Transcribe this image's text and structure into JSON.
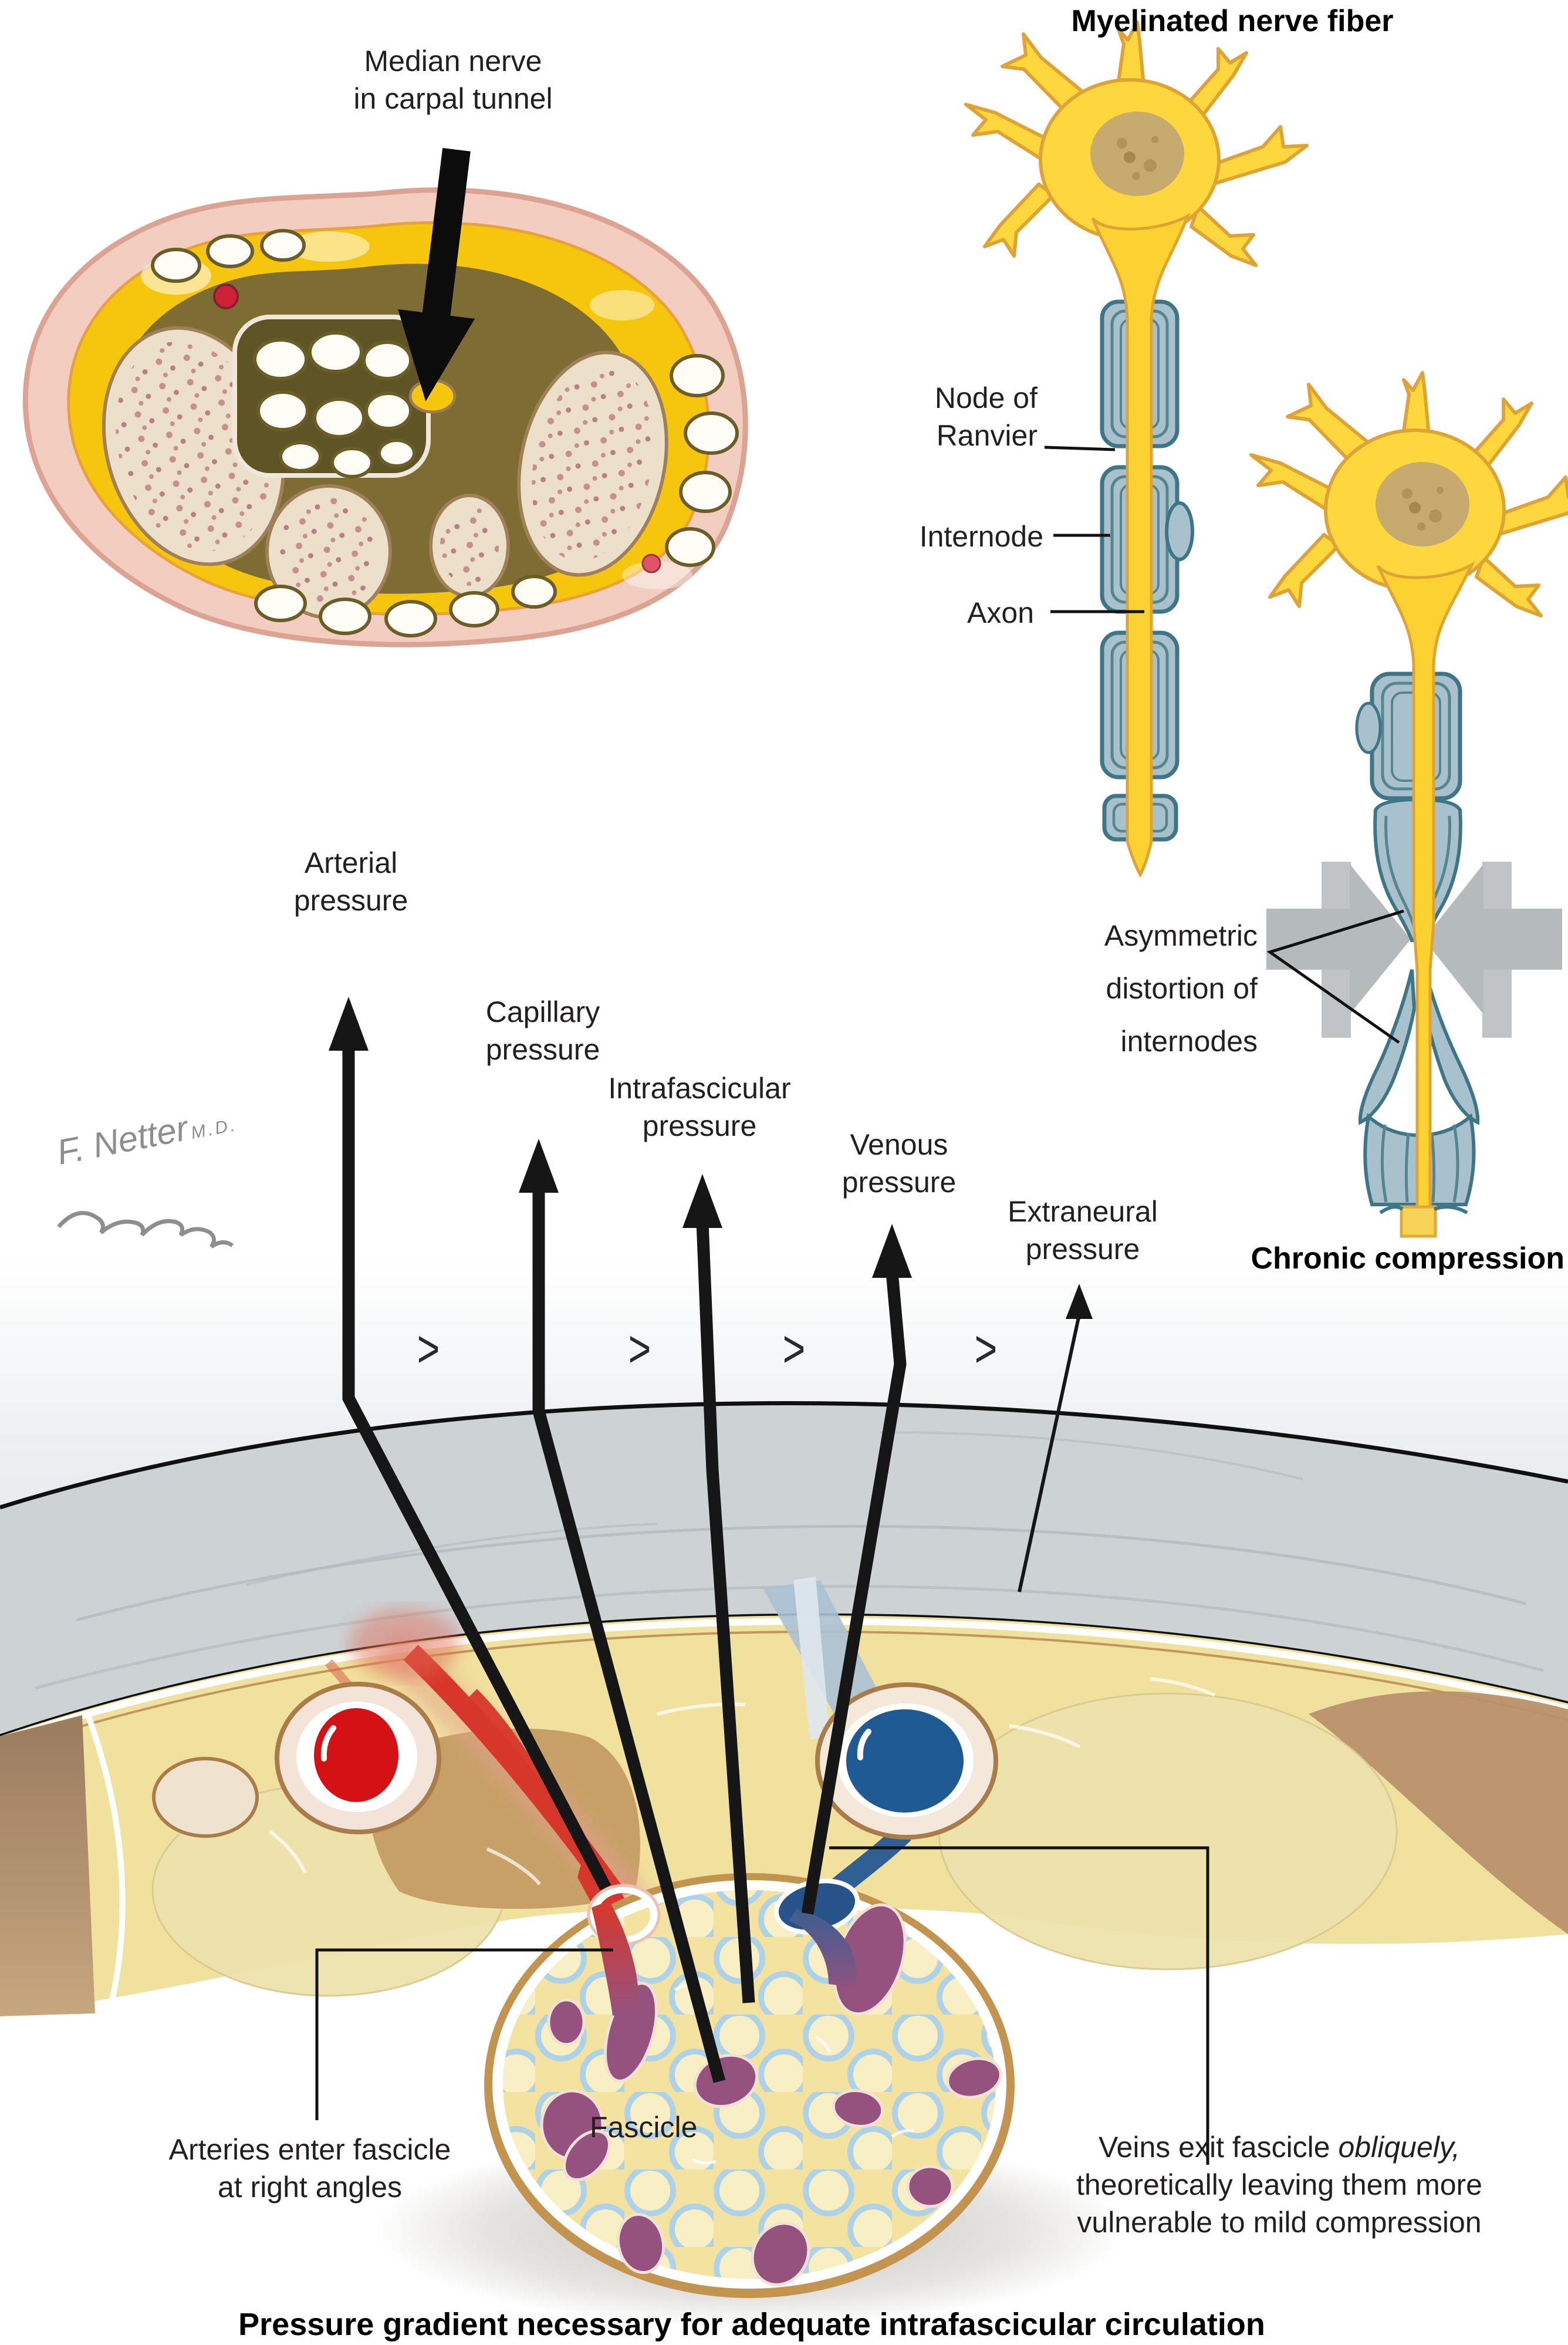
{
  "titles": {
    "myelinated": "Myelinated nerve fiber",
    "chronic": "Chronic compression",
    "caption": "Pressure gradient necessary for adequate intrafascicular circulation"
  },
  "carpal": {
    "label_line1": "Median nerve",
    "label_line2": "in carpal tunnel"
  },
  "fiber_labels": {
    "node_line1": "Node of",
    "node_line2": "Ranvier",
    "internode": "Internode",
    "axon": "Axon"
  },
  "compression_note": {
    "line1": "Asymmetric",
    "line2": "distortion of",
    "line3": "internodes"
  },
  "pressures": [
    {
      "name": "arterial",
      "label": [
        "Arterial",
        "pressure"
      ]
    },
    {
      "name": "capillary",
      "label": [
        "Capillary",
        "pressure"
      ]
    },
    {
      "name": "intrafascicular",
      "label": [
        "Intrafascicular",
        "pressure"
      ]
    },
    {
      "name": "venous",
      "label": [
        "Venous",
        "pressure"
      ]
    },
    {
      "name": "extraneural",
      "label": [
        "Extraneural",
        "pressure"
      ]
    }
  ],
  "comparators": [
    ">",
    ">",
    ">",
    ">"
  ],
  "fascicle_section": {
    "fascicle_label": "Fascicle",
    "arteries_note_line1": "Arteries enter fascicle",
    "arteries_note_line2": "at right angles",
    "veins_note_line1_pre": "Veins exit fascicle ",
    "veins_note_line1_italic": "obliquely,",
    "veins_note_line2": "theoretically leaving them more",
    "veins_note_line3": "vulnerable to mild compression"
  },
  "signature": {
    "name": "F. Netter",
    "degree": "M.D."
  },
  "colors": {
    "artery_red": "#d7372a",
    "artery_red_deep": "#d41216",
    "vein_blue": "#1f5a94",
    "vein_pale": "#abc1d4",
    "myelin_blue": "#a9c1cc",
    "myelin_line": "#3f7687",
    "neuron_yellow": "#fdd73e",
    "neuron_outline": "#dfa335",
    "nucleus_tan": "#c7aa6d",
    "fat_yellow": "#f6c60e",
    "tissue_yellow": "#f0e19e",
    "epineurium_gray": "#cdd2d5",
    "capillary_purple": "#96527e",
    "fascicle_ring_blue": "#aed3e8",
    "bone_beige": "#ece0cb",
    "skin_pink": "#f3cec0",
    "arrow_black": "#161616",
    "gray_arrow": "#b5babd"
  }
}
